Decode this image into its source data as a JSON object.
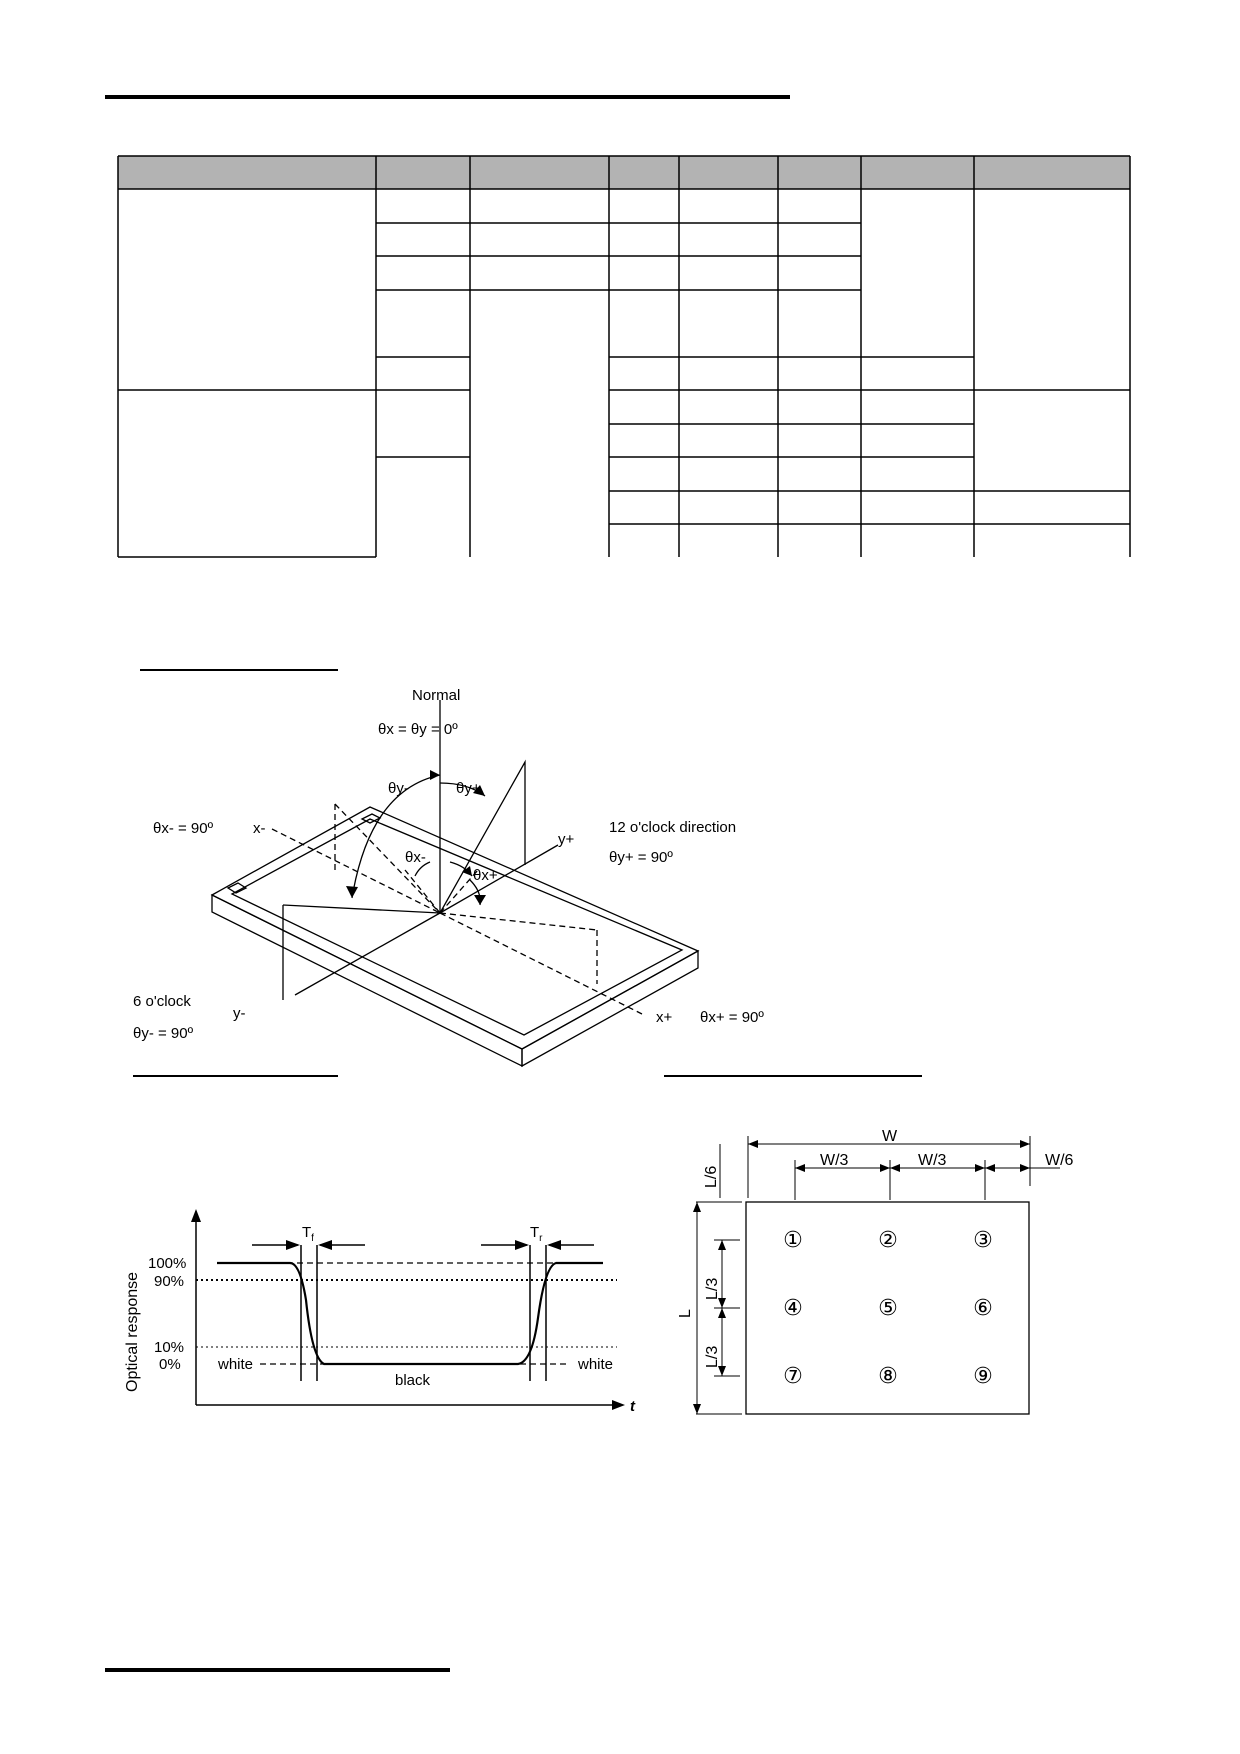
{
  "viewing_angle_figure": {
    "normal_label": "Normal",
    "normal_eq": "θx = θy = 0º",
    "theta_y_minus": "θy-",
    "theta_y_plus": "θy+",
    "theta_x_minus_eq": "θx- = 90º",
    "x_minus": "x-",
    "twelve_oclock": "12 o'clock direction",
    "theta_y_plus_eq": "θy+ = 90º",
    "y_plus": "y+",
    "theta_x_minus": "θx-",
    "theta_x_plus": "θx+",
    "six_oclock": "6 o'clock",
    "y_minus": "y-",
    "theta_y_minus_eq": "θy- = 90º",
    "x_plus": "x+",
    "theta_x_plus_eq": "θx+ = 90º"
  },
  "response_time_figure": {
    "y_axis_label": "Optical response",
    "tick_100": "100%",
    "tick_90": "90%",
    "tick_10": "10%",
    "tick_0": "0%",
    "tf_label": "T",
    "tf_sub": "f",
    "tr_label": "T",
    "tr_sub": "r",
    "white_left": "white",
    "black": "black",
    "white_right": "white",
    "t_axis": "t"
  },
  "measurement_points_figure": {
    "w": "W",
    "w3a": "W/3",
    "w3b": "W/3",
    "w6": "W/6",
    "l6": "L/6",
    "l3a": "L/3",
    "l": "L",
    "l3b": "L/3",
    "points": [
      "①",
      "②",
      "③",
      "④",
      "⑤",
      "⑥",
      "⑦",
      "⑧",
      "⑨"
    ]
  }
}
